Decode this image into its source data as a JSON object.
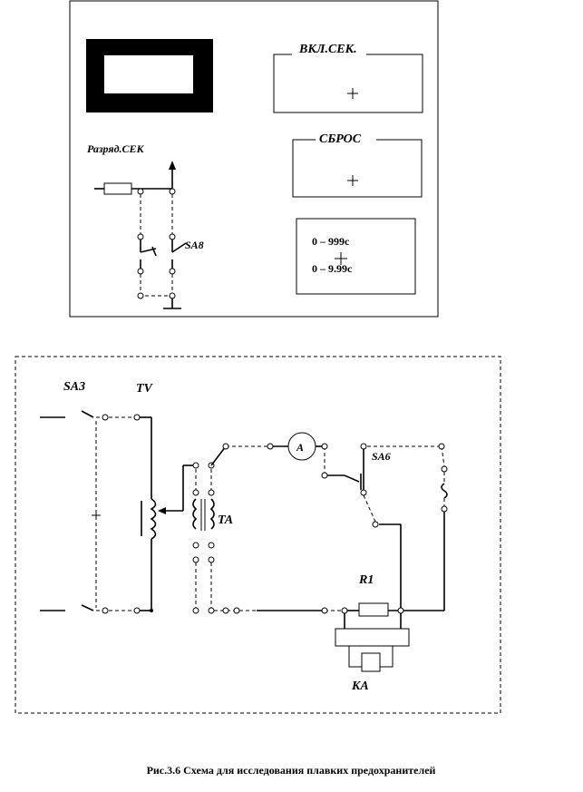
{
  "panel": {
    "switch_on_label": "ВКЛ.СЕК.",
    "reset_label": "СБРОС",
    "range_1": "0 – 999с",
    "range_2": "0 – 9.99с",
    "discharge_label": "Разряд.СЕК",
    "sa8_label": "SA8"
  },
  "circuit": {
    "sa3_label": "SA3",
    "tv_label": "TV",
    "ammeter_label": "A",
    "sa6_label": "SA6",
    "ta_label": "TA",
    "r1_label": "R1",
    "ka_label": "KA"
  },
  "caption": "Рис.3.6 Схема для исследования плавких предохранителей"
}
